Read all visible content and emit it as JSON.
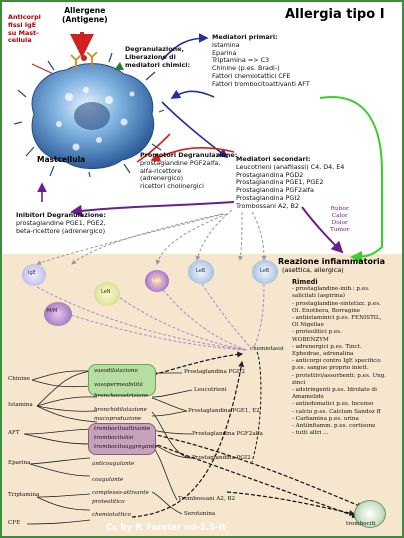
{
  "title": "Allergia tipo I",
  "left_note": [
    "Anticorpi",
    "fissi IgE",
    "su Mast-",
    "cellula"
  ],
  "allergen": [
    "Allergene",
    "(Antigene)"
  ],
  "degranulation": [
    "Degranulazione,",
    "Liberazione di",
    "mediatori chimici:"
  ],
  "cell_label": "Mastcellula",
  "primary": {
    "title": "Mediatori primari:",
    "items": [
      "Istamina",
      "Eparina",
      "Triptamina => C3",
      "Chinine (p.es. Bradi-)",
      "Fattori chemiotattici CFE",
      "Fattori trombocitoattivanti AFT"
    ]
  },
  "secondary": {
    "title": "Mediatori secondari:",
    "items": [
      "Leucotrieni (anafilassi) C4, D4, E4",
      "Prostaglandina PGD2",
      "Prostaglandina PGE1, PGE2",
      "Prostaglandina PGF2alfa",
      "Prostaglandina PGI2",
      "Trombossani A2, B2"
    ]
  },
  "promoters": {
    "title": "Promotori Degranulazione:",
    "items": [
      "prostaglandine PGF2alfa,",
      "alfa-ricettore",
      "(adrenergico)",
      "ricettori cholinergici"
    ]
  },
  "inhibitors": {
    "title": "Inibitori Degranulazione:",
    "items": [
      "prostaglandine PGE1, PGE2,",
      "beta-ricettore (adrenergico)"
    ]
  },
  "rubor": [
    "Rubor",
    "Calor",
    "Dolor",
    "Tumor"
  ],
  "reaction": {
    "title": "Reazione infiammatoria",
    "subtitle": "(asettica, allergica)"
  },
  "rimedi": {
    "title": "Rimedi",
    "items": [
      "- prostaglandine-inib.: p.es.",
      "  salicilati (aspirina)",
      "- prostaglandine-sintetizz. p.es.",
      "  Ol. Enothera, Borragine",
      "- antiistaminici p.es. FENISTIL,",
      "  Ol Nigellae",
      "- proteolitici p.es.",
      "  WOBENZYM",
      "- adrenergici p.es. Tinct.",
      "  Ephedrae, adrenalina",
      "- anticorpi contro IgE specifico:",
      "  p.es. sangue proprio iniett.",
      "- protettivi/assorbenti: p.es. Ung.",
      "  zinci",
      "- adstringenti p.es. Idrolato di",
      "  Amamelide",
      "- antiedematici p.es. Incenso",
      "- calcio p.es. Calcium Sandoz ff",
      "- Carbamina p.es. urina",
      "- Antiinfiamm. p.es. cortisone",
      "- tutti altri ..."
    ]
  },
  "blood_cells": {
    "ige": "IgE",
    "mm": "M/M",
    "len": "LeN",
    "lea": "LeA",
    "leb": "LeB",
    "le": "LeB",
    "chemiotassi": "chemiotassi",
    "trombociti": "trombociti"
  },
  "mediators_left": [
    "Chinine",
    "Istamina",
    "AFT",
    "Eparina",
    "Triptamina",
    "CFE"
  ],
  "effects": [
    "vasodilatazione",
    "vasopermeabilità",
    "bronchocostrizione",
    "bronchidilatazione",
    "mucoproduzione",
    "trombocitoattivante",
    "trombocitolisi",
    "trombocitoaggregante",
    "anticoagulante",
    "coagulante",
    "complesso-attivante",
    "proteolitico",
    "chemiotattico"
  ],
  "prostaglandins_right": [
    "Prostaglandina PGD2",
    "Leucotrieni",
    "Prostaglandina PGE1, E2",
    "Prostaglandina PGF2alfa",
    "Prostaglandina PGI2",
    "Trombossani A2, B2",
    "Serotonina"
  ],
  "credit": "Cc by P. Forster nd-2.5-it",
  "colors": {
    "border_green": "#3e8b3e",
    "panel": "#f6e6cd",
    "red": "#d21f1f",
    "blue": "#22309a",
    "purple": "#6a1e8a",
    "green_arrow": "#36d12b",
    "box_green": "#b5dea0",
    "box_purple": "#c7a2be"
  }
}
